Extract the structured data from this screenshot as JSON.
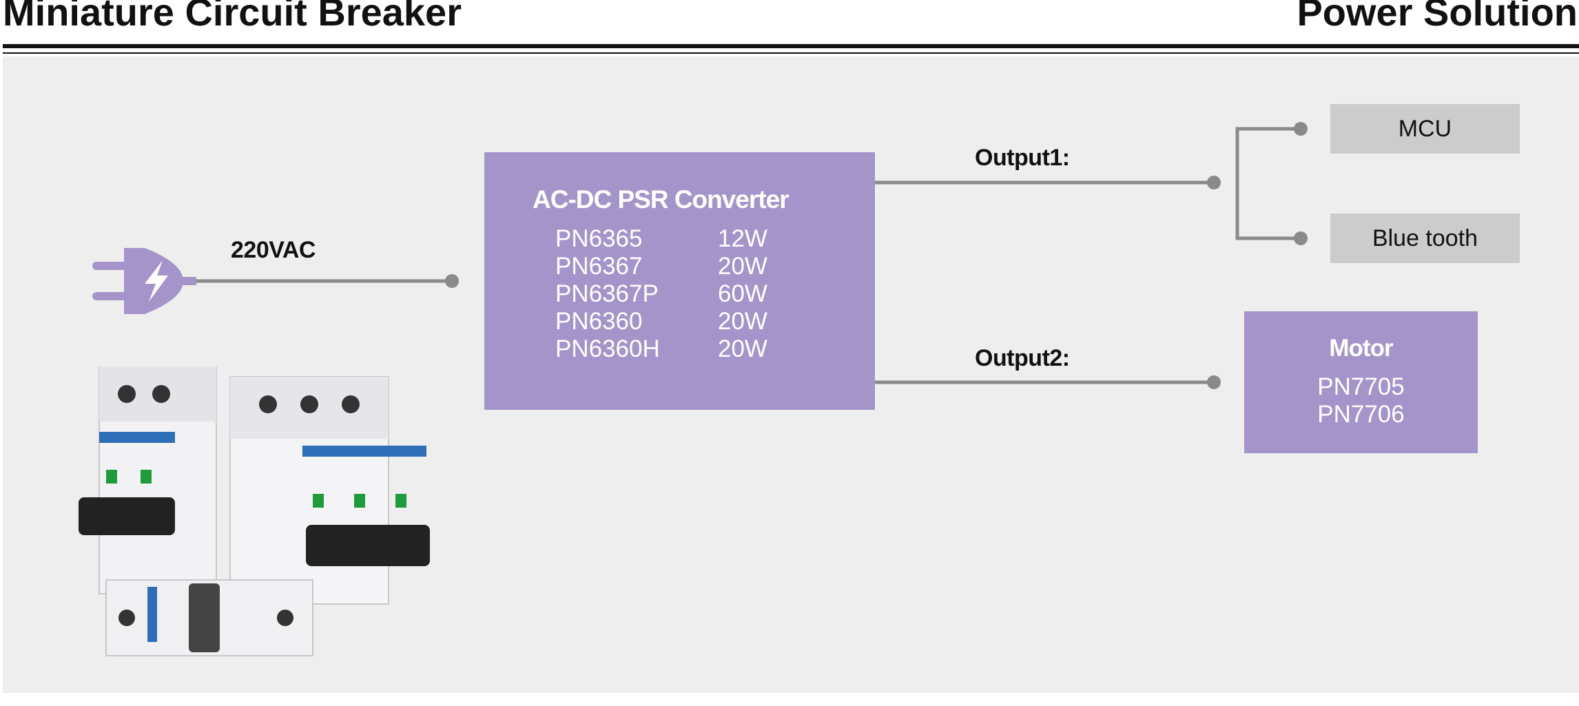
{
  "header": {
    "title_left": "Miniature Circuit Breaker",
    "title_right": "Power Solution"
  },
  "diagram": {
    "input_label": "220VAC",
    "converter": {
      "title": "AC-DC PSR Converter",
      "rows": [
        {
          "model": "PN6365",
          "power": "12W"
        },
        {
          "model": "PN6367",
          "power": "20W"
        },
        {
          "model": "PN6367P",
          "power": "60W"
        },
        {
          "model": "PN6360",
          "power": "20W"
        },
        {
          "model": "PN6360H",
          "power": "20W"
        }
      ]
    },
    "output1_label": "Output1:",
    "output2_label": "Output2:",
    "mcu_label": "MCU",
    "bluetooth_label": "Blue tooth",
    "motor": {
      "title": "Motor",
      "models": [
        "PN7705",
        "PN7706"
      ]
    },
    "icons": {
      "plug": "power-plug-icon",
      "product": "circuit-breaker-image"
    },
    "colors": {
      "box_purple": "#a594c9",
      "box_grey": "#cccccc",
      "line_grey": "#8a8a8a",
      "background": "#eeeeee"
    }
  }
}
